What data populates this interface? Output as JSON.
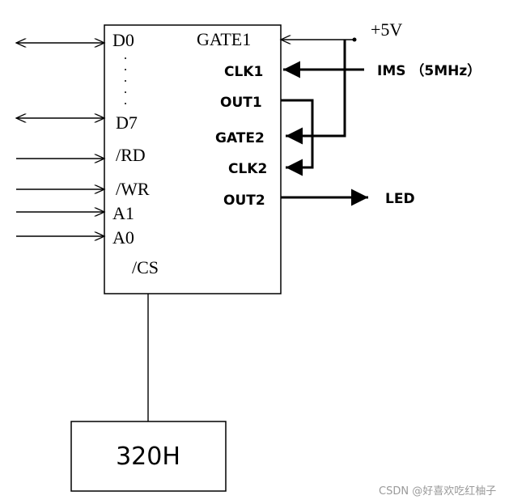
{
  "chip": {
    "left_pins": {
      "d0": "D0",
      "d7": "D7",
      "rd": "/RD",
      "wr": "/WR",
      "a1": "A1",
      "a0": "A0",
      "cs": "/CS"
    },
    "right_pins": {
      "gate1": "GATE1",
      "clk1": "CLK1",
      "out1": "OUT1",
      "gate2": "GATE2",
      "clk2": "CLK2",
      "out2": "OUT2"
    }
  },
  "external": {
    "power": "+5V",
    "clock": "IMS （5MHz）",
    "led": "LED",
    "address": "320H"
  },
  "watermark": "CSDN @好喜欢吃红柚子"
}
